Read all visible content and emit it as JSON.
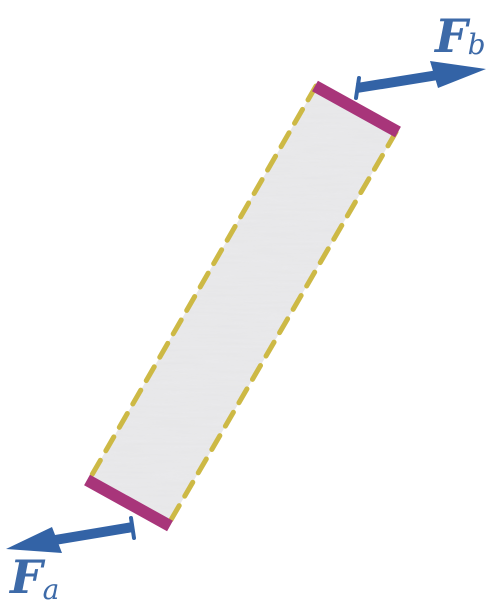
{
  "diagram": {
    "forces": [
      {
        "id": "a",
        "symbol": "F",
        "subscript": "a"
      },
      {
        "id": "b",
        "symbol": "F",
        "subscript": "b"
      }
    ],
    "colors": {
      "strip_fill": "#e6e6e8",
      "strip_texture": "#d4d4d6",
      "dashed_edge": "#cdb945",
      "clamp_end": "#a8357a",
      "force_arrow": "#3363a6",
      "label_text": "#3d6aa8"
    }
  }
}
